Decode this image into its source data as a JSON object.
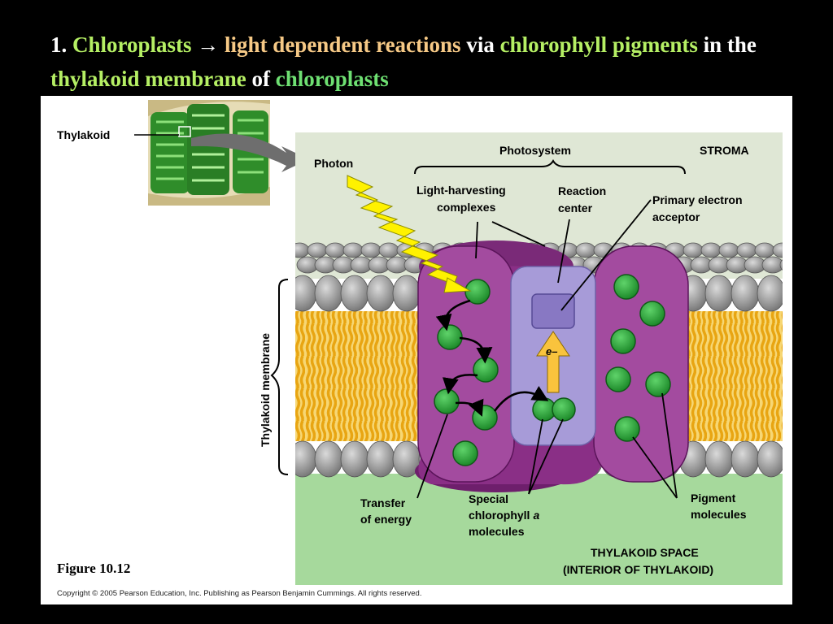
{
  "slide": {
    "title": {
      "number": "1.",
      "part1": "Chloroplasts",
      "arrow": "→",
      "part2": "light dependent reactions",
      "part3": "via",
      "part4": "chlorophyll pigments",
      "part5": "in the",
      "part6": "thylakoid membrane",
      "part7": "of",
      "part8": "chloroplasts"
    },
    "title_colors": {
      "lime": "#b5ef64",
      "peach": "#f6c986",
      "green": "#6ee072"
    }
  },
  "figure": {
    "caption": "Figure 10.12",
    "copyright": "Copyright ©  2005 Pearson Education, Inc. Publishing as Pearson Benjamin Cummings. All rights reserved.",
    "labels": {
      "thylakoid": "Thylakoid",
      "photon": "Photon",
      "photosystem": "Photosystem",
      "stroma": "STROMA",
      "light_harvesting_1": "Light-harvesting",
      "light_harvesting_2": "complexes",
      "reaction_center_1": "Reaction",
      "reaction_center_2": "center",
      "primary_acceptor_1": "Primary electron",
      "primary_acceptor_2": "acceptor",
      "thylakoid_membrane": "Thylakoid membrane",
      "electron": "e–",
      "transfer_1": "Transfer",
      "transfer_2": "of energy",
      "special_1": "Special",
      "special_2": "chlorophyll",
      "special_2b": "a",
      "special_3": "molecules",
      "pigment_1": "Pigment",
      "pigment_2": "molecules",
      "space_1": "THYLAKOID SPACE",
      "space_2": "(INTERIOR OF THYLAKOID)"
    },
    "colors": {
      "stroma": "#dfe7d5",
      "thylakoid_space": "#a6d99c",
      "lipid_head": "#a0a0a0",
      "lipid_tail": "#f3c13a",
      "complex": "#9a3c94",
      "complex_dark": "#6e1f6c",
      "reaction_center": "#a79bd8",
      "pigment": "#2ea43c",
      "photon": "#fff200",
      "electron_arrow": "#f9c33d"
    }
  }
}
